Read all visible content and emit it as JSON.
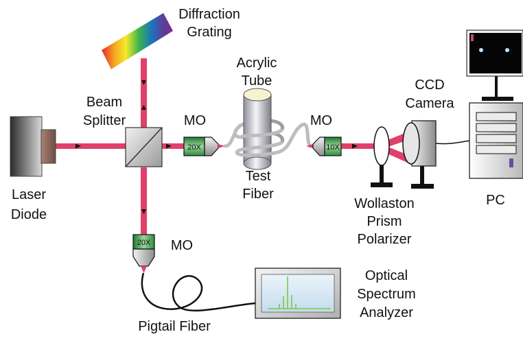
{
  "labels": {
    "diffraction_grating": [
      "Diffraction",
      "Grating"
    ],
    "beam_splitter": [
      "Beam",
      "Splitter"
    ],
    "laser_diode": [
      "Laser",
      "Diode"
    ],
    "mo_top": "MO",
    "mo_right": "MO",
    "mo_bottom": "MO",
    "acrylic_tube": [
      "Acrylic",
      "Tube"
    ],
    "test_fiber": [
      "Test",
      "Fiber"
    ],
    "ccd_camera": [
      "CCD",
      "Camera"
    ],
    "wollaston": [
      "Wollaston",
      "Prism",
      "Polarizer"
    ],
    "pc": "PC",
    "pigtail_fiber": "Pigtail Fiber",
    "osa": [
      "Optical",
      "Spectrum",
      "Analyzer"
    ]
  },
  "magnifications": {
    "mo_top": "20X",
    "mo_right": "10X",
    "mo_bottom": "20X"
  },
  "colors": {
    "beam": "#e0406a",
    "objective_green": "#2e8b3a",
    "fiber_gray": "#b5b5b5",
    "outline": "#111111"
  }
}
